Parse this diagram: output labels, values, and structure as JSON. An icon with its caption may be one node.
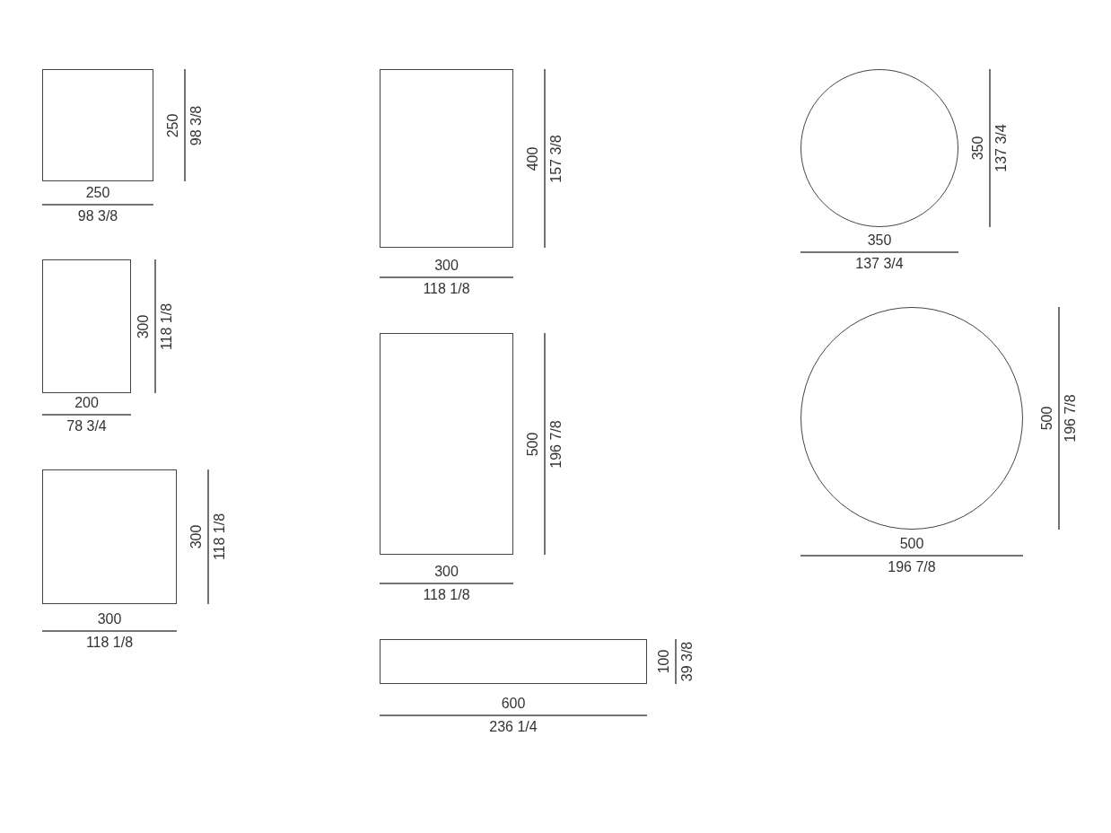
{
  "diagram": {
    "nodes": [
      {
        "text": [],
        "shape": "box"
      },
      {
        "text": [],
        "shape": "box"
      },
      {
        "text": [],
        "shape": "box"
      },
      {
        "text": [],
        "shape": "box"
      },
      {
        "text": [],
        "shape": "box"
      },
      {
        "text": [],
        "shape": "box"
      },
      {
        "text": [],
        "shape": "circle"
      },
      {
        "text": [],
        "shape": "circle"
      }
    ],
    "labels": [
      "250",
      "98 3/8",
      "250",
      "98 3/8",
      "300",
      "118 1/8",
      "200",
      "78 3/4",
      "300",
      "118 1/8",
      "300",
      "118 1/8",
      "400",
      "157 3/8",
      "300",
      "118 1/8",
      "500",
      "196 7/8",
      "300",
      "118 1/8",
      "100",
      "39 3/8",
      "600",
      "236 1/4",
      "350",
      "137 3/4",
      "350",
      "137 3/4",
      "500",
      "196 7/8",
      "500",
      "196 7/8"
    ]
  }
}
